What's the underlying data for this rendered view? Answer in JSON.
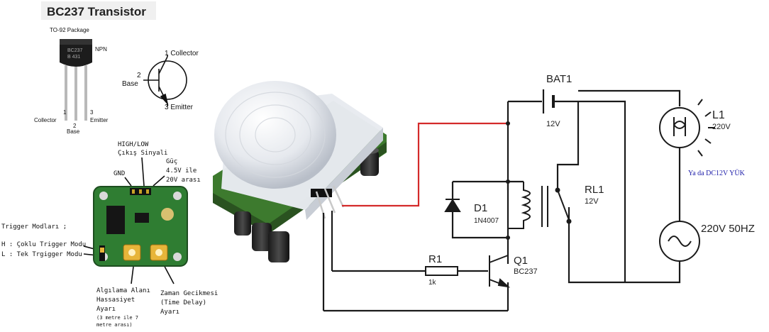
{
  "transistor": {
    "title": "BC237 Transistor",
    "package": "TO-92 Package",
    "type": "NPN",
    "body_text_1": "BC237",
    "body_text_2": "B 431",
    "pin1_num": "1",
    "pin2_num": "2",
    "pin3_num": "3",
    "pin1": "Collector",
    "pin2": "Base",
    "pin3": "Emitter",
    "sym_pin1": "1 Collector",
    "sym_pin2_num": "2",
    "sym_pin2": "Base",
    "sym_pin3": "3 Emitter"
  },
  "pir_module": {
    "high_low_1": "HIGH/LOW",
    "high_low_2": "Çıkış Sinyali",
    "gnd": "GND",
    "power_1": "Güç",
    "power_2": "4.5V ile",
    "power_3": "20V arası",
    "trigger_title": "Trigger Modları ;",
    "trigger_h": "H : Çoklu Trigger Modu",
    "trigger_l": "L : Tek Trgigger Modu",
    "sens_1": "Algılama Alanı",
    "sens_2": "Hassasiyet",
    "sens_3": "Ayarı",
    "sens_4": "(3 metre ile 7",
    "sens_5": "metre arası)",
    "delay_1": "Zaman Gecikmesi",
    "delay_2": "(Time Delay)",
    "delay_3": "Ayarı"
  },
  "circuit": {
    "bat_name": "BAT1",
    "bat_value": "12V",
    "lamp_name": "L1",
    "lamp_value": "220V",
    "load_note": "Ya da DC12V YÜK",
    "diode_name": "D1",
    "diode_value": "1N4007",
    "relay_name": "RL1",
    "relay_value": "12V",
    "ac_source": "220V 50HZ",
    "resistor_name": "R1",
    "resistor_value": "1k",
    "transistor_name": "Q1",
    "transistor_value": "BC237"
  },
  "colors": {
    "wire": "#111111",
    "signal_wire": "#d42a2a",
    "pcb_green": "#2f7d32",
    "load_note": "#1a1aa8"
  }
}
